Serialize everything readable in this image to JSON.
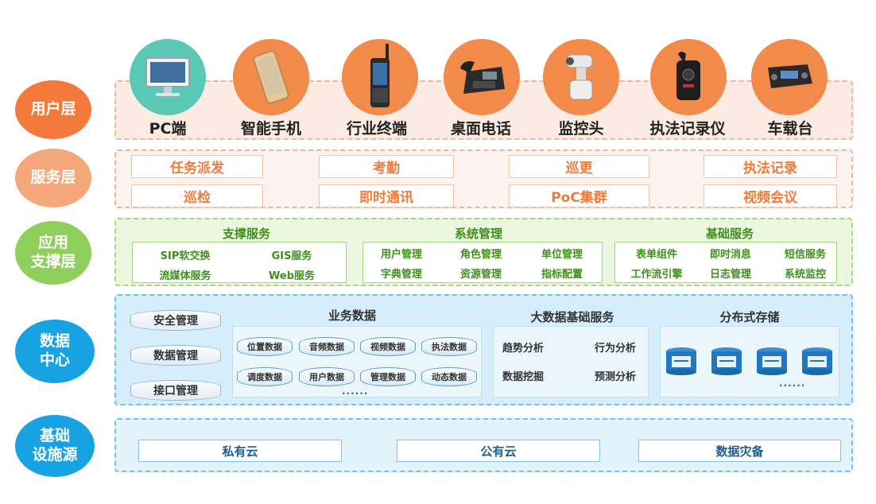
{
  "layers": {
    "user": "用户层",
    "service": "服务层",
    "app": "应用\n支撑层",
    "data": "数据\n中心",
    "infra": "基础\n设施源"
  },
  "devices": [
    {
      "name": "PC端",
      "icon": "monitor-icon"
    },
    {
      "name": "智能手机",
      "icon": "smartphone-icon"
    },
    {
      "name": "行业终端",
      "icon": "rugged-terminal-icon"
    },
    {
      "name": "桌面电话",
      "icon": "desk-phone-icon"
    },
    {
      "name": "监控头",
      "icon": "surveillance-camera-icon"
    },
    {
      "name": "执法记录仪",
      "icon": "body-camera-icon"
    },
    {
      "name": "车载台",
      "icon": "vehicle-radio-icon"
    }
  ],
  "services": [
    "任务派发",
    "考勤",
    "巡更",
    "执法记录",
    "巡检",
    "即时通讯",
    "PoC集群",
    "视频会议"
  ],
  "app_support": {
    "support": {
      "title": "支撑服务",
      "items": [
        "SIP软交换",
        "GIS服务",
        "流媒体服务",
        "Web服务"
      ]
    },
    "system": {
      "title": "系统管理",
      "items": [
        "用户管理",
        "角色管理",
        "单位管理",
        "字典管理",
        "资源管理",
        "指标配置"
      ]
    },
    "base": {
      "title": "基础服务",
      "items": [
        "表单组件",
        "即时消息",
        "短信服务",
        "工作流引擎",
        "日志管理",
        "系统监控"
      ]
    }
  },
  "data_center": {
    "management": [
      "安全管理",
      "数据管理",
      "接口管理"
    ],
    "business": {
      "title": "业务数据",
      "items": [
        "位置数据",
        "音频数据",
        "视频数据",
        "执法数据",
        "调度数据",
        "用户数据",
        "管理数据",
        "动态数据"
      ],
      "more": "······"
    },
    "bigdata": {
      "title": "大数据基础服务",
      "items": [
        "趋势分析",
        "行为分析",
        "数据挖掘",
        "预测分析"
      ]
    },
    "storage": {
      "title": "分布式存储",
      "more": "······"
    }
  },
  "infra": [
    "私有云",
    "公有云",
    "数据灾备"
  ],
  "colors": {
    "orange": "#f37a3a",
    "green": "#3f8f1d",
    "blue": "#17a3e3"
  }
}
